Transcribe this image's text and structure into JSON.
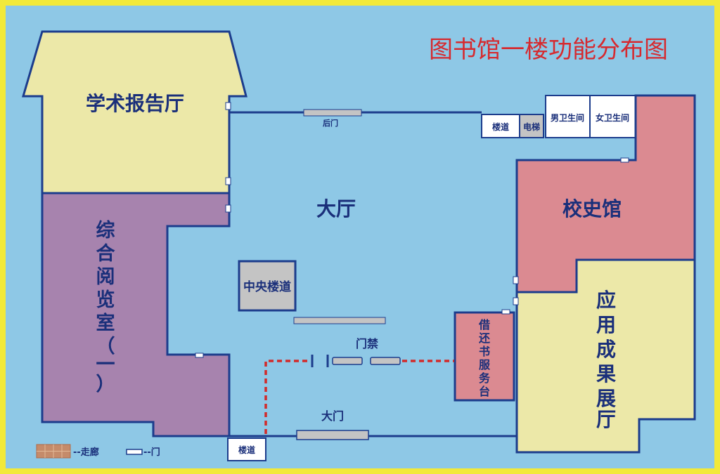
{
  "title": "图书馆一楼功能分布图",
  "rooms": {
    "auditorium": "学术报告厅",
    "reading_room": [
      "综",
      "合",
      "阅",
      "览",
      "室",
      "（",
      "一",
      "）"
    ],
    "hall": "大厅",
    "central_stairs": "中央楼道",
    "history_museum": "校史馆",
    "exhibition_hall": [
      "应",
      "用",
      "成",
      "果",
      "展",
      "厅"
    ],
    "service_desk": [
      "借",
      "还",
      "书",
      "服",
      "务",
      "台"
    ],
    "stairs_top": "楼道",
    "elevator": "电梯",
    "mens_restroom": "男卫生间",
    "womens_restroom": "女卫生间",
    "stairs_bottom": "楼道"
  },
  "labels": {
    "back_door": "后门",
    "access_gate": "门禁",
    "main_entrance": "大门"
  },
  "legend": {
    "corridor": "--走廊",
    "door": "--门"
  },
  "colors": {
    "background": "#8ec8e6",
    "border": "#f2e93a",
    "wall": "#1c3c8c",
    "auditorium": "#ece8a8",
    "reading_room": "#a783ae",
    "history_museum": "#db8a91",
    "exhibition_hall": "#ece8a8",
    "service_desk": "#db8a91",
    "central_stairs": "#c4c4c4",
    "elevator": "#c4c4c4",
    "title": "#d62a2f",
    "label": "#1a2f7a",
    "corridor": "#d22a2a"
  }
}
